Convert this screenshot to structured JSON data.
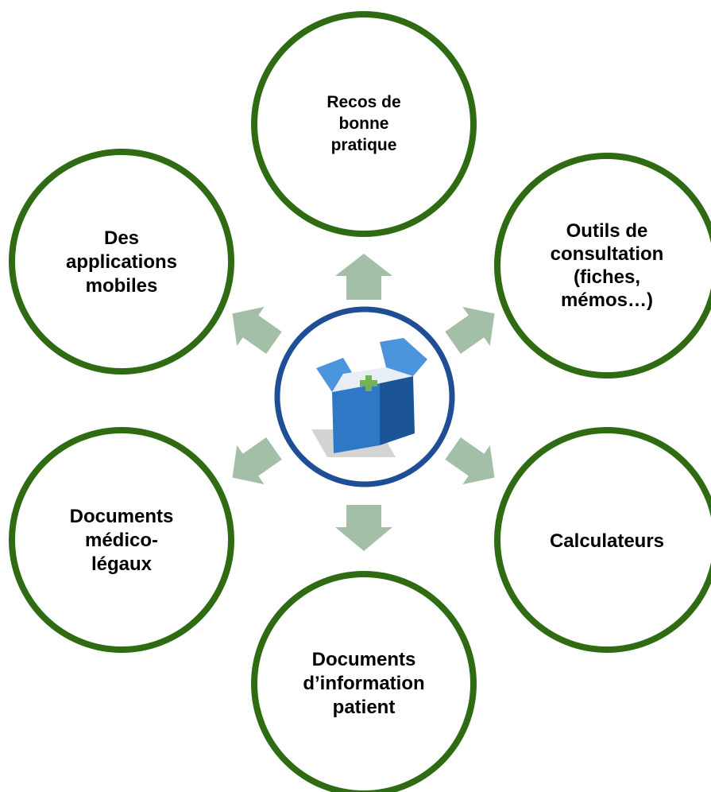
{
  "nodes": [
    {
      "id": "recos",
      "label": "Recos de\nbonne\npratique"
    },
    {
      "id": "outils",
      "label": "Outils de\nconsultation\n(fiches,\nmémos…)"
    },
    {
      "id": "calculateurs",
      "label": "Calculateurs"
    },
    {
      "id": "info-patient",
      "label": "Documents\nd’information\npatient"
    },
    {
      "id": "medico-legaux",
      "label": "Documents\nmédico-\nlégaux"
    },
    {
      "id": "applications",
      "label": "Des\napplications\nmobiles"
    }
  ],
  "center": {
    "icon": "medical-box-icon"
  },
  "colors": {
    "circle_border": "#2e6b12",
    "center_border": "#1f4e96",
    "arrow": "#a4bfa8",
    "box_front": "#2f78c5",
    "box_side": "#1c5597",
    "box_flap": "#4b95dc",
    "box_shadow": "#d4d4d4",
    "cross": "#6fb356"
  }
}
